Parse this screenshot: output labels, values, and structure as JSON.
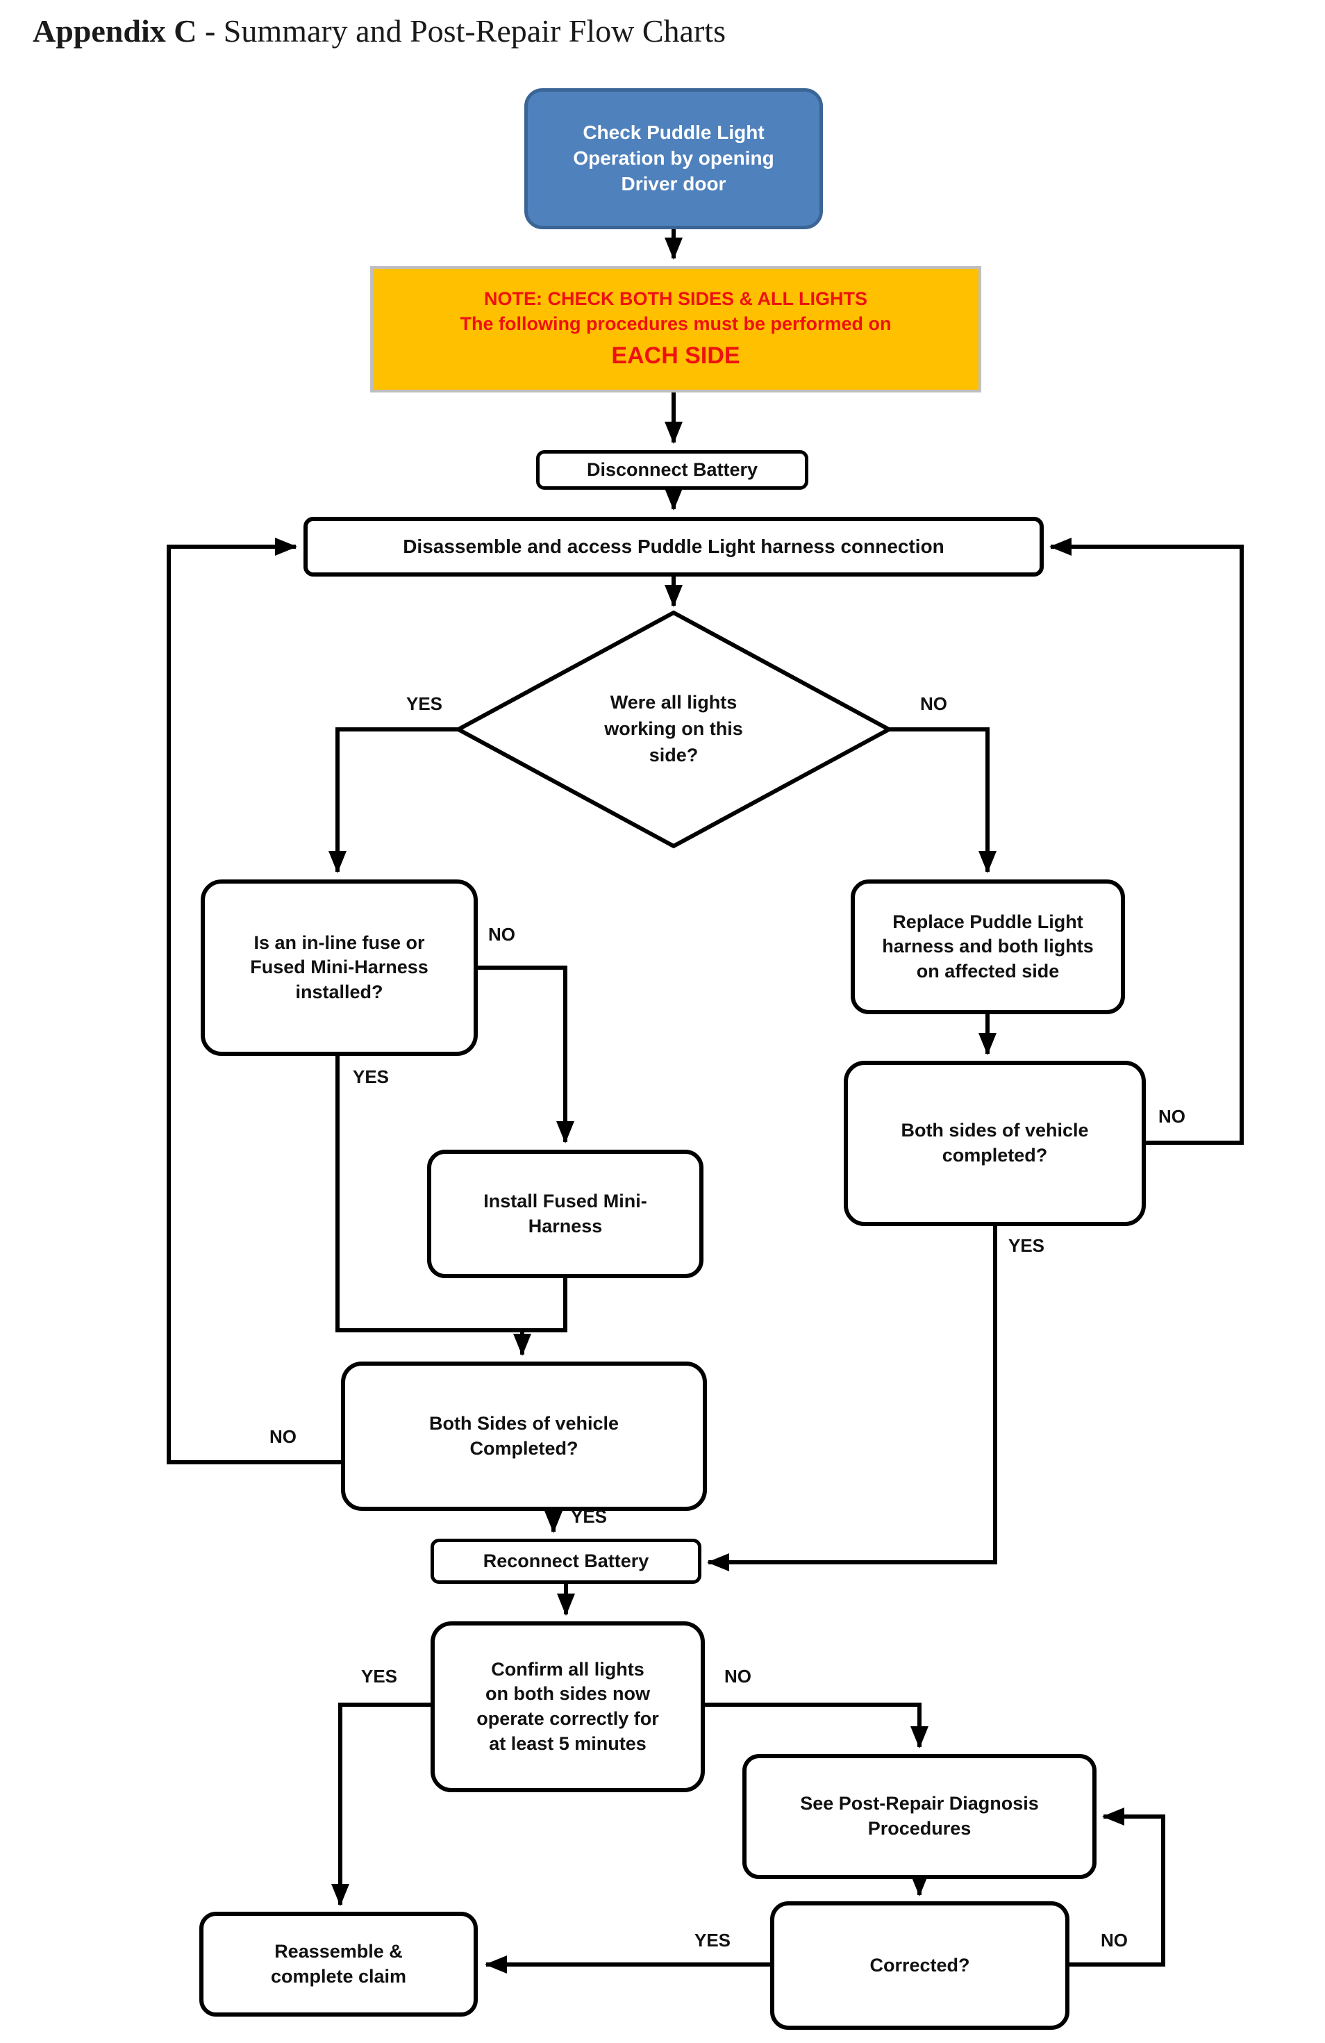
{
  "page": {
    "title_bold": "Appendix C - ",
    "title_rest": "Summary and Post-Repair Flow Charts"
  },
  "colors": {
    "start_fill": "#4f81bd",
    "start_border": "#3a6596",
    "note_fill": "#ffc000",
    "note_border": "#bfbfbf",
    "note_text": "#ee1111",
    "line": "#000000"
  },
  "nodes": {
    "start": {
      "text": "Check Puddle Light\nOperation by opening\nDriver door"
    },
    "note": {
      "line1": "NOTE: CHECK BOTH SIDES & ALL LIGHTS",
      "line2": "The following procedures must be performed on",
      "line3": "EACH SIDE"
    },
    "disconnect": {
      "text": "Disconnect Battery"
    },
    "disassemble": {
      "text": "Disassemble and access Puddle Light harness connection"
    },
    "lights_working": {
      "text": "Were all lights\nworking on this\nside?"
    },
    "fuse_installed": {
      "text": "Is an in-line fuse or\nFused Mini-Harness\ninstalled?"
    },
    "replace_harness": {
      "text": "Replace Puddle Light\nharness and both lights\non affected side"
    },
    "install_harness": {
      "text": "Install Fused Mini-\nHarness"
    },
    "both_sides_right": {
      "text": "Both sides of vehicle\ncompleted?"
    },
    "both_sides_left": {
      "text": "Both Sides of vehicle\nCompleted?"
    },
    "reconnect": {
      "text": "Reconnect Battery"
    },
    "confirm": {
      "text": "Confirm all lights\non both sides now\noperate correctly for\nat least 5 minutes"
    },
    "see_post_repair": {
      "text": "See Post-Repair Diagnosis\nProcedures"
    },
    "corrected": {
      "text": "Corrected?"
    },
    "reassemble": {
      "text": "Reassemble &\ncomplete claim"
    }
  },
  "edge_labels": {
    "diamond_yes": "YES",
    "diamond_no": "NO",
    "fuse_no": "NO",
    "fuse_yes": "YES",
    "both_right_no": "NO",
    "both_right_yes": "YES",
    "both_left_no": "NO",
    "both_left_yes": "YES",
    "confirm_yes": "YES",
    "confirm_no": "NO",
    "corrected_yes": "YES",
    "corrected_no": "NO"
  }
}
